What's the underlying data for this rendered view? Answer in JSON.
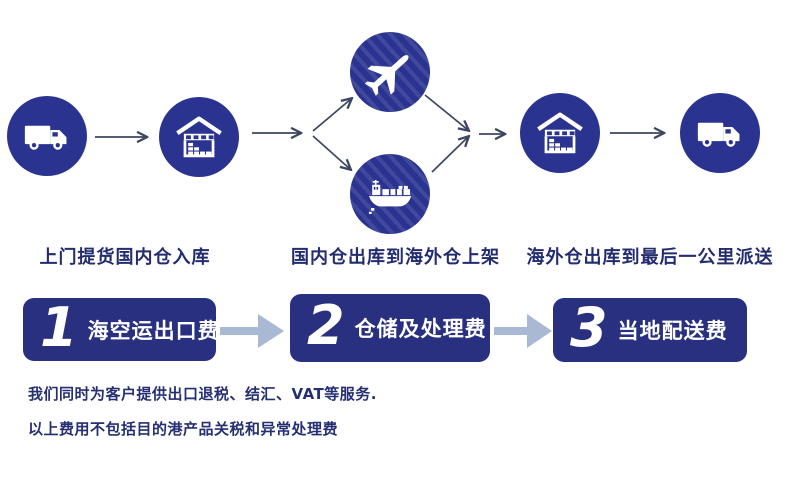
{
  "palette": {
    "navy": "#2a3490",
    "box_navy": "#28307f",
    "thin_arrow": "#3c4660",
    "light_arrow": "#a9b8d3",
    "label_text": "#222c6e",
    "note_text": "#252f72",
    "background": "#ffffff",
    "icon_color": "#ffffff"
  },
  "flow": {
    "stage_icons": [
      "truck-icon",
      "warehouse-icon",
      "airplane-icon",
      "cargo-ship-icon",
      "warehouse-icon",
      "truck-icon"
    ],
    "labels": [
      "上门提货国内仓入库",
      "国内仓出库到海外仓上架",
      "海外仓出库到最后一公里派送"
    ]
  },
  "fees": [
    {
      "number": "1",
      "label": "海空运出口费"
    },
    {
      "number": "2",
      "label": "仓储及处理费"
    },
    {
      "number": "3",
      "label": "当地配送费"
    }
  ],
  "notes": [
    "我们同时为客户提供出口退税、结汇、VAT等服务.",
    "以上费用不包括目的港产品关税和异常处理费"
  ]
}
